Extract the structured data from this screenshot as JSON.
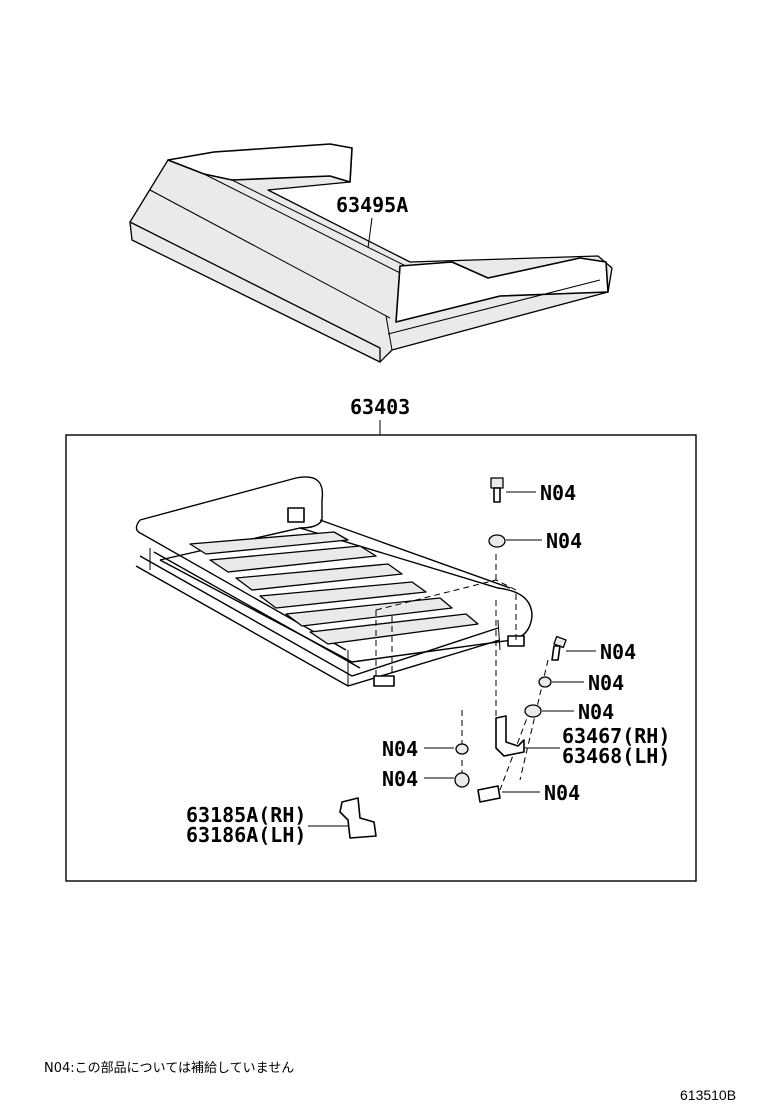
{
  "labels": {
    "cover": "63495A",
    "assembly": "63403",
    "n04_bolt": "N04",
    "n04_spacer": "N04",
    "n04_bolt_r": "N04",
    "n04_nut_r": "N04",
    "n04_washer_r": "N04",
    "n04_nut_l": "N04",
    "n04_grommet_l": "N04",
    "n04_plate": "N04",
    "bracket_rh": "63467(RH)",
    "bracket_lh": "63468(LH)",
    "stay_rh": "63185A(RH)",
    "stay_lh": "63186A(LH)"
  },
  "footnote": "N04:この部品については補給していません",
  "diagram_code": "613510B"
}
